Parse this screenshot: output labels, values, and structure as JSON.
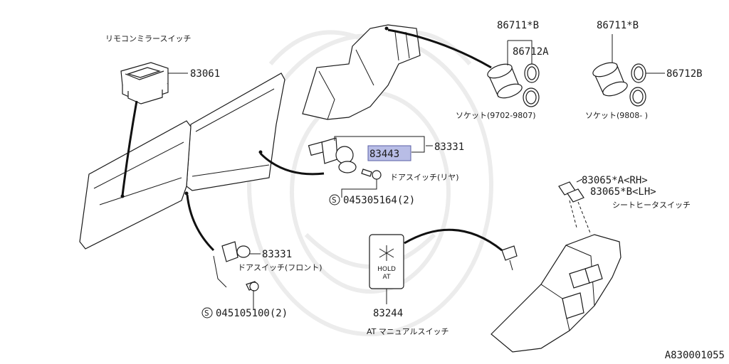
{
  "diagram": {
    "code": "A830001055",
    "highlight_color": "#b8bde6",
    "parts": {
      "mirror_switch": {
        "part_no": "83061",
        "name": "リモコンミラースイッチ"
      },
      "socket_a": {
        "part_no_1": "86711*B",
        "part_no_2": "86712A",
        "caption": "ソケット(9702-9807)"
      },
      "socket_b": {
        "part_no_1": "86711*B",
        "part_no_2": "86712B",
        "caption": "ソケット(9808-        )"
      },
      "door_switch_rear": {
        "part_no_assembly": "83331",
        "part_no_highlight": "83443",
        "name": "ドアスイッチ(リヤ)",
        "screw": "045305164(2)",
        "screw_symbol": "S"
      },
      "door_switch_front": {
        "part_no": "83331",
        "name": "ドアスイッチ(フロント)",
        "screw": "045105100(2)",
        "screw_symbol": "S"
      },
      "seat_heater_switch": {
        "part_no_rh": "83065*A<RH>",
        "part_no_lh": "83065*B<LH>",
        "name": "シートヒータスイッチ"
      },
      "at_manual_switch": {
        "part_no": "83244",
        "name": "AT マニュアルスイッチ",
        "panel_line_1": "HOLD",
        "panel_line_2": "AT",
        "panel_icon": "snowflake-icon"
      }
    }
  }
}
